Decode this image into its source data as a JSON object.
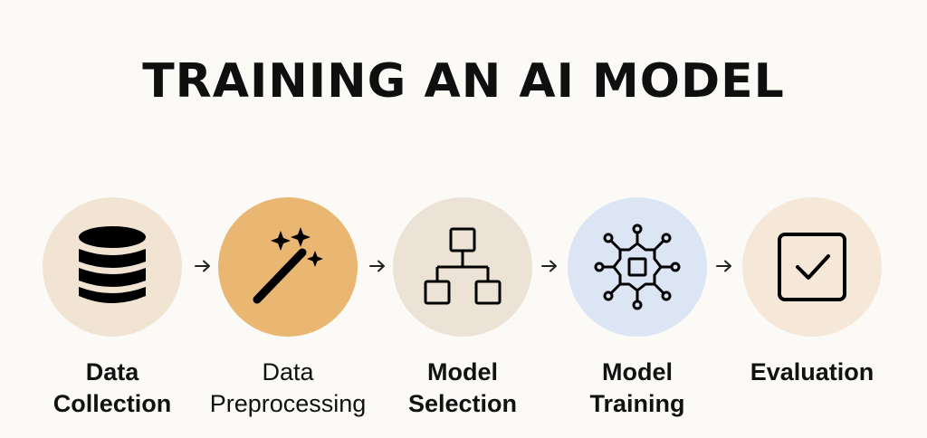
{
  "title": "TRAINING AN AI MODEL",
  "steps": [
    {
      "line1": "Data",
      "line2": "Collection",
      "icon": "database-icon",
      "color": "#f1e4d3"
    },
    {
      "line1": "Data",
      "line2": "Preprocessing",
      "icon": "magic-wand-icon",
      "color": "#e9b772"
    },
    {
      "line1": "Model",
      "line2": "Selection",
      "icon": "hierarchy-icon",
      "color": "#ece3d6"
    },
    {
      "line1": "Model",
      "line2": "Training",
      "icon": "neural-chip-icon",
      "color": "#dbe5f3"
    },
    {
      "line1": "Evaluation",
      "line2": "",
      "icon": "checkbox-icon",
      "color": "#f5e8d9"
    }
  ]
}
